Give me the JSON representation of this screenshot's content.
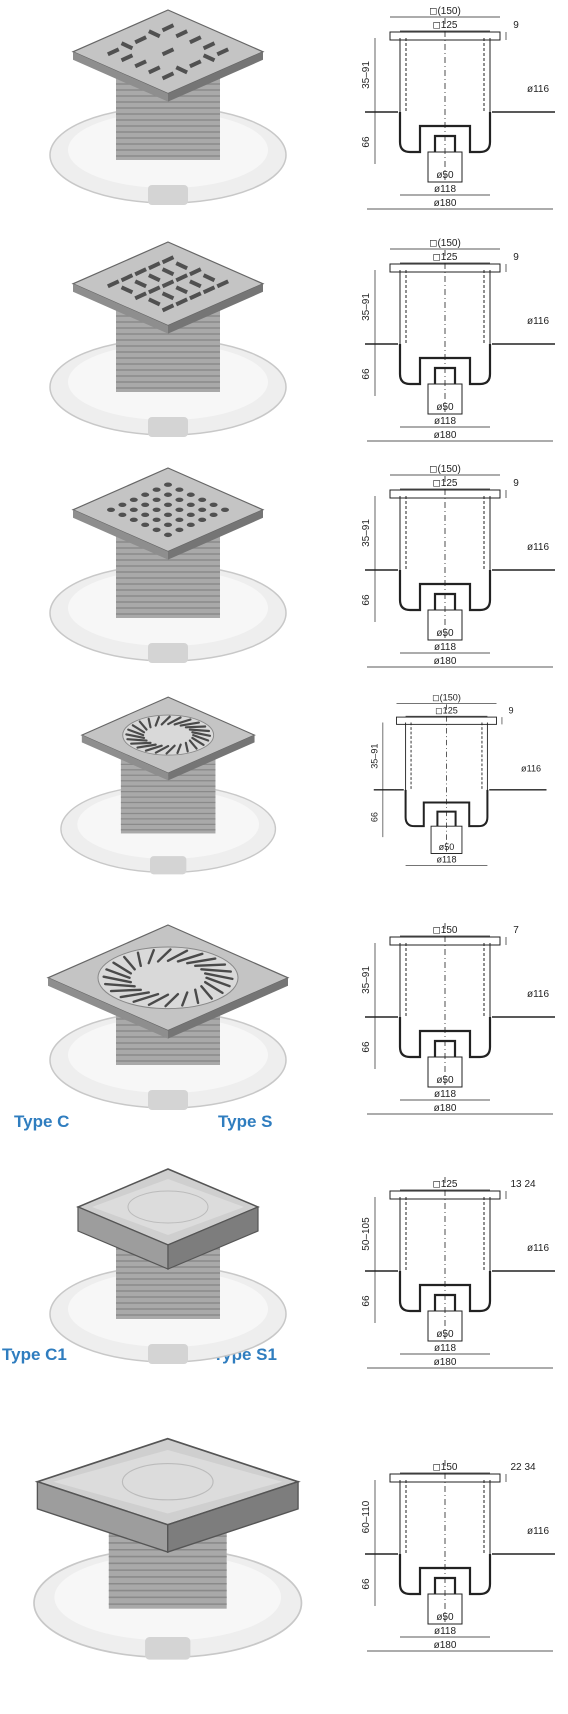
{
  "rows": [
    {
      "grate": "square-pattern",
      "labels": {
        "outer": "◻(150)",
        "inner": "◻125",
        "flange": "9",
        "height": "35–91",
        "outlet": "ø116",
        "body": "66",
        "d1": "ø50",
        "d2": "ø118",
        "d3": "ø180"
      }
    },
    {
      "grate": "slot-pattern",
      "labels": {
        "outer": "◻(150)",
        "inner": "◻125",
        "flange": "9",
        "height": "35–91",
        "outlet": "ø116",
        "body": "66",
        "d1": "ø50",
        "d2": "ø118",
        "d3": "ø180"
      }
    },
    {
      "grate": "hole-pattern",
      "labels": {
        "outer": "◻(150)",
        "inner": "◻125",
        "flange": "9",
        "height": "35–91",
        "outlet": "ø116",
        "body": "66",
        "d1": "ø50",
        "d2": "ø118",
        "d3": "ø180"
      }
    },
    {
      "grate": "round-swirl",
      "labels": {
        "outer": "◻(150)",
        "inner": "◻125",
        "flange": "9",
        "height": "35–91",
        "outlet": "ø116",
        "body": "66",
        "d1": "ø50",
        "d2": "ø118",
        "d3": ""
      }
    },
    {
      "grate": "large-round-swirl",
      "labels": {
        "outer": "",
        "inner": "◻150",
        "flange": "7",
        "height": "35–91",
        "outlet": "ø116",
        "body": "66",
        "d1": "ø50",
        "d2": "ø118",
        "d3": "ø180"
      }
    },
    {
      "grate": "tile-insert",
      "labels": {
        "outer": "",
        "inner": "◻125",
        "flange": "13",
        "flange2": "24",
        "height": "50–105",
        "outlet": "ø116",
        "body": "66",
        "d1": "ø50",
        "d2": "ø118",
        "d3": "ø180"
      }
    },
    {
      "grate": "tile-insert-large",
      "labels": {
        "outer": "",
        "inner": "◻150",
        "flange": "22",
        "flange2": "34",
        "height": "60–110",
        "outlet": "ø116",
        "body": "66",
        "d1": "ø50",
        "d2": "ø118",
        "d3": "ø180"
      }
    }
  ],
  "type_labels": {
    "type_c": "Type C",
    "type_s": "Type S",
    "type_c1": "Type C1",
    "type_s1": "Type S1"
  },
  "colors": {
    "accent": "#2f7dbf",
    "steel": "#b8b8b8",
    "line": "#222222"
  }
}
